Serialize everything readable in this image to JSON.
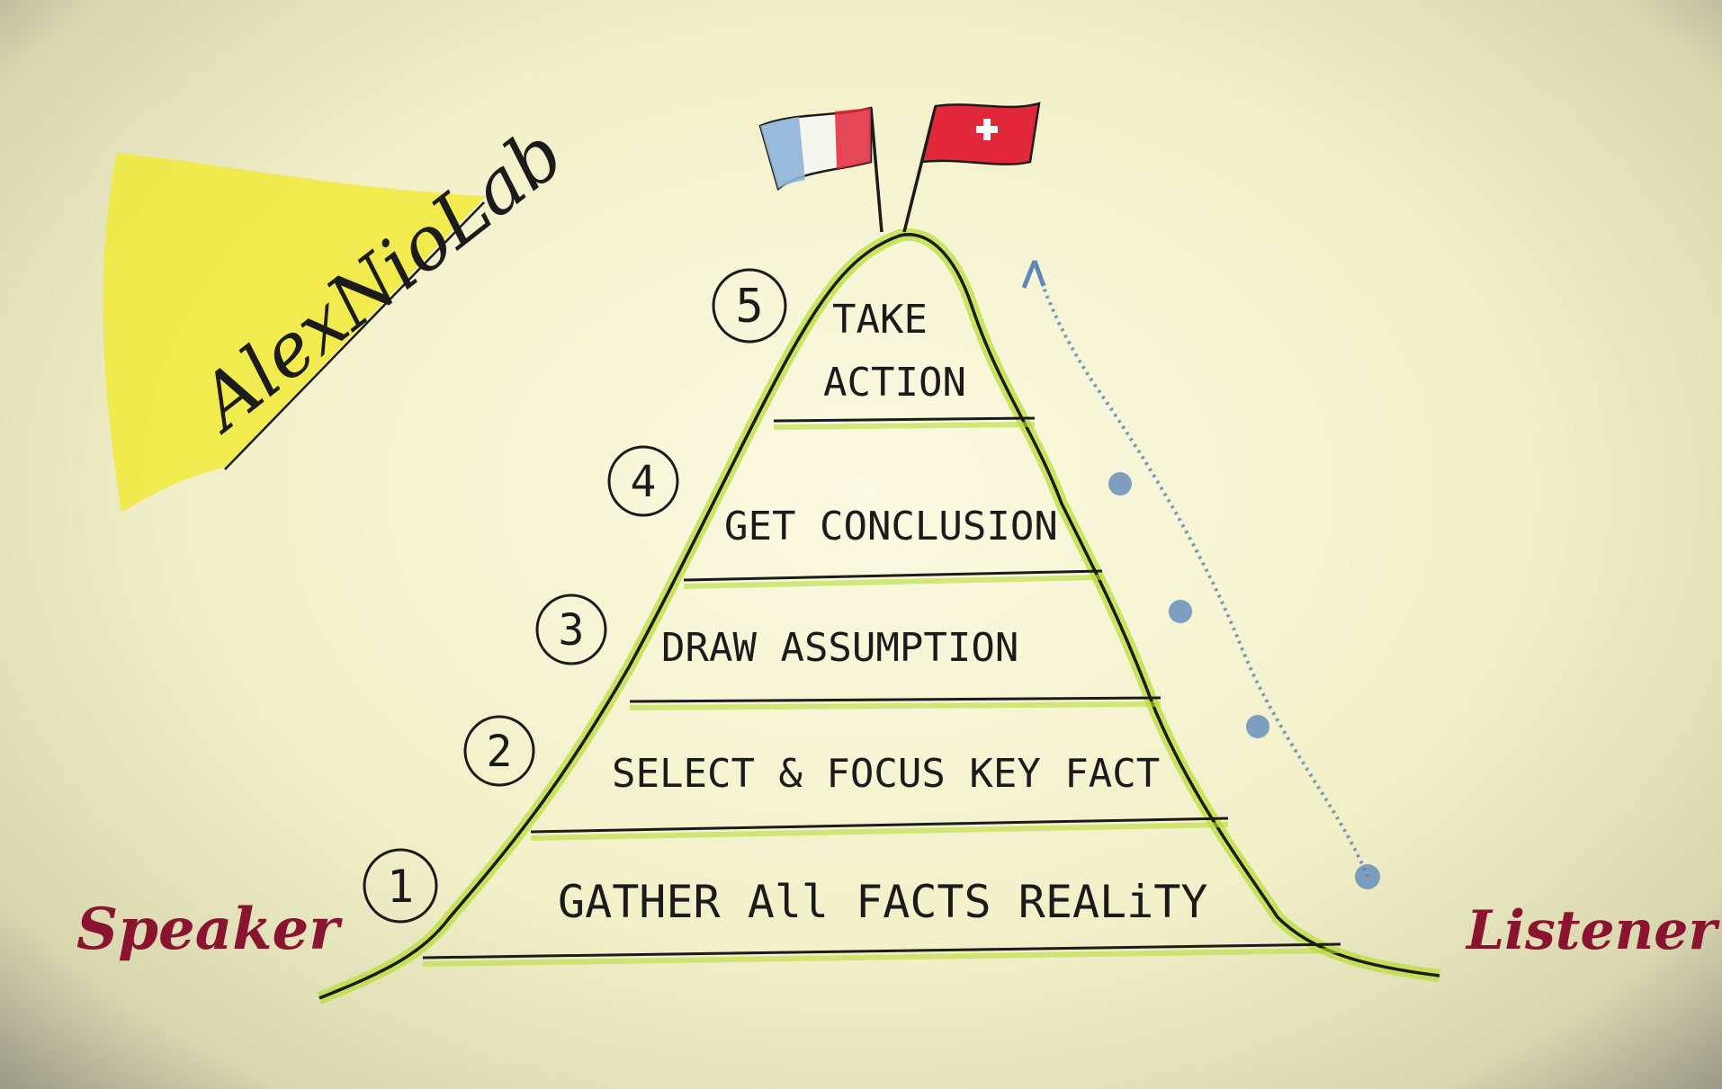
{
  "logo": {
    "text": "AlexNioLab"
  },
  "pyramid": {
    "steps": [
      {
        "number": "1",
        "label": "GATHER All FACTS REALiTY"
      },
      {
        "number": "2",
        "label": "SELECT & FOCUS KEY FACT"
      },
      {
        "number": "3",
        "label": "DRAW ASSUMPTION"
      },
      {
        "number": "4",
        "label": "GET CONCLUSION"
      },
      {
        "number": "5",
        "label_line1": "TAKE",
        "label_line2": "ACTION"
      }
    ]
  },
  "speaker": {
    "label": "Speaker"
  },
  "listener": {
    "label": "Listener"
  },
  "colors": {
    "ink": "#1b1b1b",
    "mountain_edge": "#b9dd3a",
    "logo_fill": "#f0ea3a",
    "flag_red": "#e0283a",
    "flag_blue": "#8fb4d8",
    "speaker_ink": "#8a1430",
    "listener_ink": "#8a1430",
    "arrow_blue": "#5f88ba"
  },
  "icons": [
    "france-flag-icon",
    "switzerland-flag-icon",
    "up-arrow-icon"
  ]
}
